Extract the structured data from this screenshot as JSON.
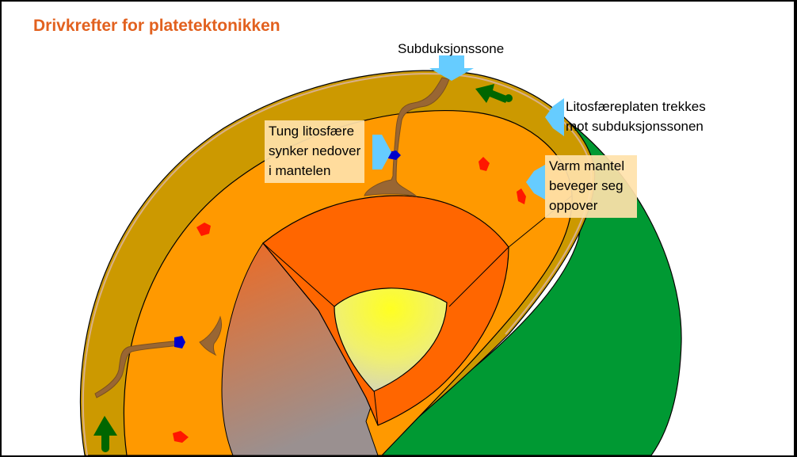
{
  "title": "Drivkrefter for platetektonikken",
  "labels": {
    "subduction_zone": "Subduksjonssone",
    "slab_pull": [
      "Litosfæreplaten trekkes",
      "mot subduksjonssonen"
    ],
    "heavy_lithosphere": [
      "Tung litosfære",
      "synker nedover",
      "i mantelen"
    ],
    "warm_mantle": [
      "Varm mantel",
      "beveger seg",
      "oppover"
    ]
  },
  "colors": {
    "title": "#e2611f",
    "crust": "#cc9900",
    "mantle": "#ff9900",
    "outer_core": "#ff6600",
    "inner_core": "#ffff33",
    "globe_surface": "#009933",
    "arrow_blue": "#66ccff",
    "plate_arrow": "#006600",
    "slab": "#996633"
  }
}
